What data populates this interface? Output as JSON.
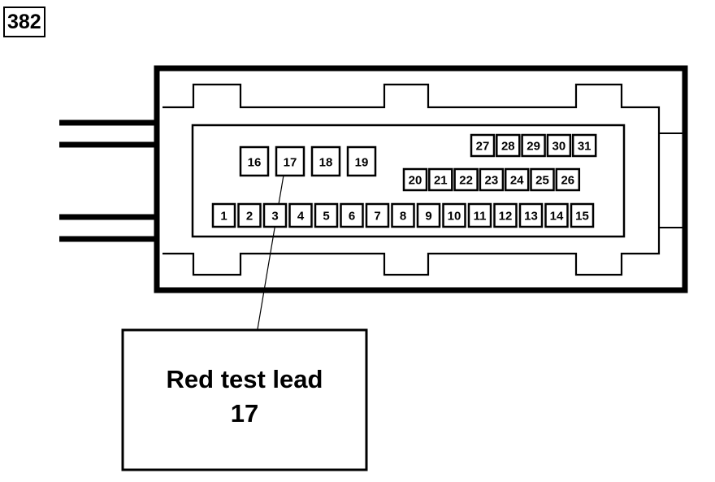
{
  "figure_tag": "382",
  "pins": [
    {
      "label": "1"
    },
    {
      "label": "2"
    },
    {
      "label": "3"
    },
    {
      "label": "4"
    },
    {
      "label": "5"
    },
    {
      "label": "6"
    },
    {
      "label": "7"
    },
    {
      "label": "8"
    },
    {
      "label": "9"
    },
    {
      "label": "10"
    },
    {
      "label": "11"
    },
    {
      "label": "12"
    },
    {
      "label": "13"
    },
    {
      "label": "14"
    },
    {
      "label": "15"
    },
    {
      "label": "16"
    },
    {
      "label": "17"
    },
    {
      "label": "18"
    },
    {
      "label": "19"
    },
    {
      "label": "20"
    },
    {
      "label": "21"
    },
    {
      "label": "22"
    },
    {
      "label": "23"
    },
    {
      "label": "24"
    },
    {
      "label": "25"
    },
    {
      "label": "26"
    },
    {
      "label": "27"
    },
    {
      "label": "28"
    },
    {
      "label": "29"
    },
    {
      "label": "30"
    },
    {
      "label": "31"
    }
  ],
  "callout": {
    "line1": "Red test lead",
    "line2": "17",
    "target_pin": "17"
  }
}
